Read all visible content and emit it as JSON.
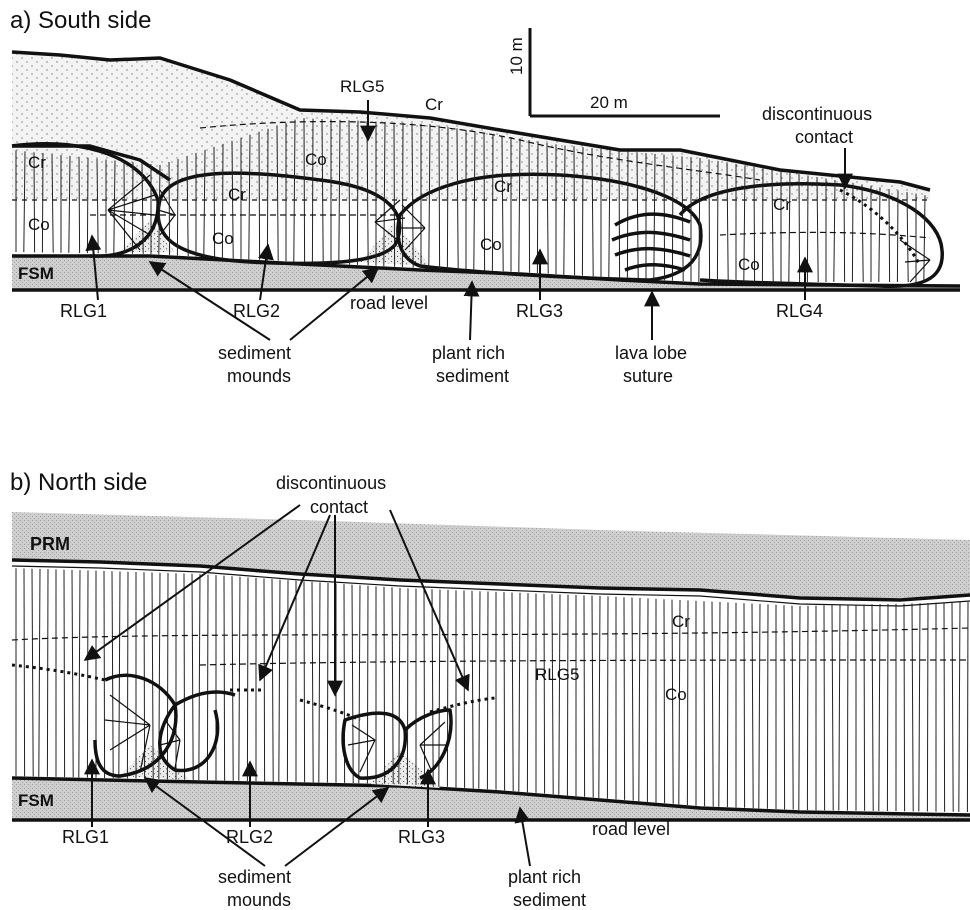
{
  "panel_a": {
    "title": "a) South side",
    "scale": {
      "vertical": "10 m",
      "horizontal": "20 m"
    },
    "labels": {
      "rlg5": "RLG5",
      "cr_top": "Cr",
      "co_top": "Co",
      "cr_left": "Cr",
      "co_left": "Co",
      "cr_lobe2": "Cr",
      "co_lobe2": "Co",
      "cr_lobe3": "Cr",
      "co_lobe3": "Co",
      "cr_lobe4": "Cr",
      "co_lobe4": "Co",
      "discontinuous_1": "discontinuous",
      "discontinuous_2": "contact",
      "fsm": "FSM",
      "rlg1": "RLG1",
      "rlg2": "RLG2",
      "road_level": "road level",
      "rlg3": "RLG3",
      "rlg4": "RLG4",
      "sediment_1": "sediment",
      "sediment_2": "mounds",
      "plant_1": "plant rich",
      "plant_2": "sediment",
      "suture_1": "lava lobe",
      "suture_2": "suture"
    }
  },
  "panel_b": {
    "title": "b) North side",
    "labels": {
      "discontinuous_1": "discontinuous",
      "discontinuous_2": "contact",
      "prm": "PRM",
      "cr": "Cr",
      "rlg5": "RLG5",
      "co": "Co",
      "fsm": "FSM",
      "rlg1": "RLG1",
      "rlg2": "RLG2",
      "rlg3": "RLG3",
      "road_level": "road level",
      "sediment_1": "sediment",
      "sediment_2": "mounds",
      "plant_1": "plant rich",
      "plant_2": "sediment"
    }
  },
  "colors": {
    "sediment_gray": "#c8c8c8",
    "stipple": "#9a9a9a",
    "ink": "#111111"
  }
}
